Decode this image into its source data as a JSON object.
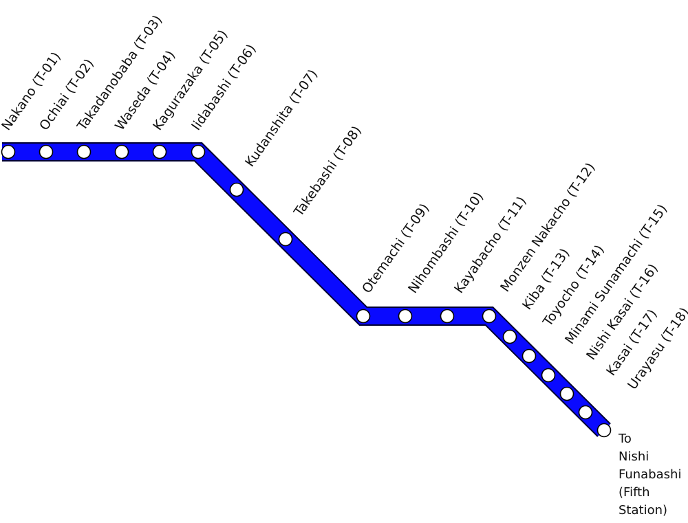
{
  "line": {
    "color": "#0a0aff",
    "outline_color": "#000033",
    "stop_fill": "#ffffff"
  },
  "stations": [
    {
      "name": "Nakano (T-01)"
    },
    {
      "name": "Ochiai (T-02)"
    },
    {
      "name": "Takadanobaba (T-03)"
    },
    {
      "name": "Waseda (T-04)"
    },
    {
      "name": "Kagurazaka (T-05)"
    },
    {
      "name": "Iidabashi (T-06)"
    },
    {
      "name": "Kudanshita (T-07)"
    },
    {
      "name": "Takebashi (T-08)"
    },
    {
      "name": "Otemachi (T-09)"
    },
    {
      "name": "Nihombashi (T-10)"
    },
    {
      "name": "Kayabacho (T-11)"
    },
    {
      "name": "Monzen Nakacho (T-12)"
    },
    {
      "name": "Kiba (T-13)"
    },
    {
      "name": "Toyocho (T-14)"
    },
    {
      "name": "Minami Sunamachi (T-15)"
    },
    {
      "name": "Nishi Kasai (T-16)"
    },
    {
      "name": "Kasai (T-17)"
    },
    {
      "name": "Urayasu (T-18)"
    }
  ],
  "terminus": {
    "lines": [
      "To",
      "Nishi",
      "Funabashi",
      "(Fifth",
      "Station)"
    ]
  }
}
